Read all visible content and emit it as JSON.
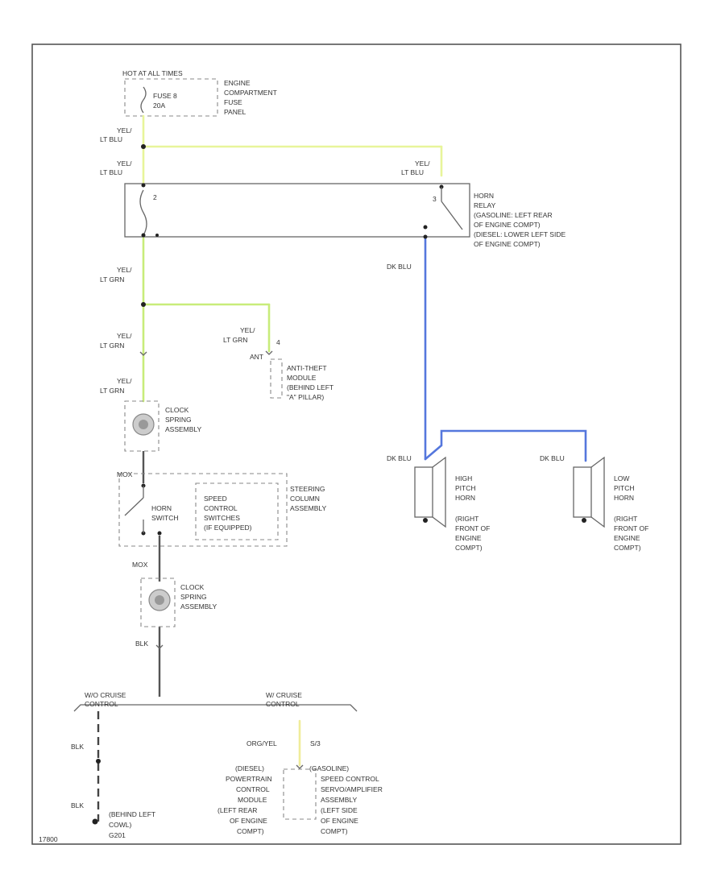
{
  "colors": {
    "yel_lt_blu": "#e8f59a",
    "yel_lt_grn": "#c8ec7a",
    "dk_blu": "#5577dd",
    "org_yel": "#f0ec9a",
    "blk": "#555555"
  },
  "fuse_block": {
    "header": "HOT AT ALL TIMES",
    "fuse": "FUSE 8",
    "amps": "20A",
    "panel": [
      "ENGINE",
      "COMPARTMENT",
      "FUSE",
      "PANEL"
    ]
  },
  "wires": {
    "yel_lt_blu_1": [
      "YEL/",
      "LT BLU"
    ],
    "yel_lt_blu_2": [
      "YEL/",
      "LT BLU"
    ],
    "yel_lt_blu_3": [
      "YEL/",
      "LT BLU"
    ],
    "yel_lt_grn_1": [
      "YEL/",
      "LT GRN"
    ],
    "yel_lt_grn_2": [
      "YEL/",
      "LT GRN"
    ],
    "yel_lt_grn_3": [
      "YEL/",
      "LT GRN"
    ],
    "yel_lt_grn_4": [
      "YEL/",
      "LT GRN"
    ],
    "dk_blu_1": "DK BLU",
    "dk_blu_2": "DK BLU",
    "dk_blu_3": "DK BLU",
    "blk_1": "BLK",
    "blk_2": "BLK",
    "blk_3": "BLK",
    "org_yel": "ORG/YEL"
  },
  "relay": {
    "pin_left": "2",
    "pin_right": "3",
    "label": [
      "HORN",
      "RELAY",
      "(GASOLINE: LEFT REAR",
      "OF ENGINE COMPT)",
      "(DIESEL: LOWER LEFT SIDE",
      "OF ENGINE COMPT)"
    ]
  },
  "anti_theft": {
    "pin": "4",
    "connector": "ANT",
    "label": [
      "ANTI-THEFT",
      "MODULE",
      "(BEHIND LEFT",
      "\"A\" PILLAR)"
    ]
  },
  "clock_spring_upper": [
    "CLOCK",
    "SPRING",
    "ASSEMBLY"
  ],
  "clock_spring_lower": [
    "CLOCK",
    "SPRING",
    "ASSEMBLY"
  ],
  "steering_column": {
    "connector": "MOX",
    "switch": [
      "HORN",
      "SWITCH"
    ],
    "speed_control": [
      "SPEED",
      "CONTROL",
      "SWITCHES",
      "(IF EQUIPPED)"
    ],
    "label": [
      "STEERING",
      "COLUMN",
      "ASSEMBLY"
    ]
  },
  "connector_lower": "MOX",
  "high_horn": [
    "HIGH",
    "PITCH",
    "HORN",
    "(RIGHT",
    "FRONT OF",
    "ENGINE",
    "COMPT)"
  ],
  "low_horn": [
    "LOW",
    "PITCH",
    "HORN",
    "(RIGHT",
    "FRONT OF",
    "ENGINE",
    "COMPT)"
  ],
  "splice_left": [
    "W/O CRUISE",
    "CONTROL"
  ],
  "splice_right": [
    "W/ CRUISE",
    "CONTROL"
  ],
  "pin_s3": "S/3",
  "pcm": [
    "(DIESEL)",
    "POWERTRAIN",
    "CONTROL",
    "MODULE",
    "(LEFT REAR",
    "OF ENGINE",
    "COMPT)"
  ],
  "speed_amp": [
    "(GASOLINE)",
    "SPEED CONTROL",
    "SERVO/AMPLIFIER",
    "ASSEMBLY",
    "(LEFT SIDE",
    "OF ENGINE",
    "COMPT)"
  ],
  "ground": [
    "(BEHIND LEFT",
    "COWL)",
    "G201"
  ],
  "diagram_id": "17800"
}
